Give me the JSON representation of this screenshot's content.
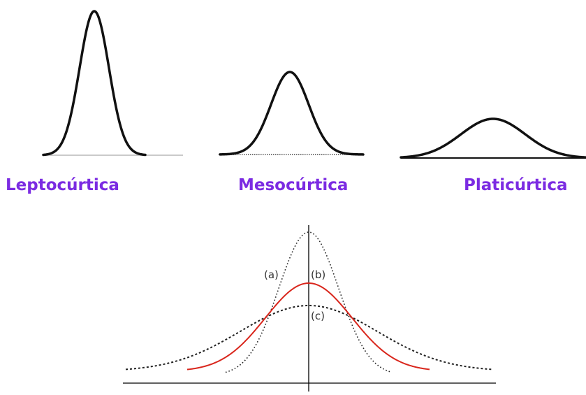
{
  "labels": {
    "leptokurtic": "Leptocúrtica",
    "mesokurtic": "Mesocúrtica",
    "platykurtic": "Platicúrtica"
  },
  "comparison": {
    "tag_a": "(a)",
    "tag_b": "(b)",
    "tag_c": "(c)"
  },
  "colors": {
    "label_text": "#7b2be2",
    "curve_black": "#111111",
    "curve_red": "#d9261c",
    "axis": "#000000"
  }
}
